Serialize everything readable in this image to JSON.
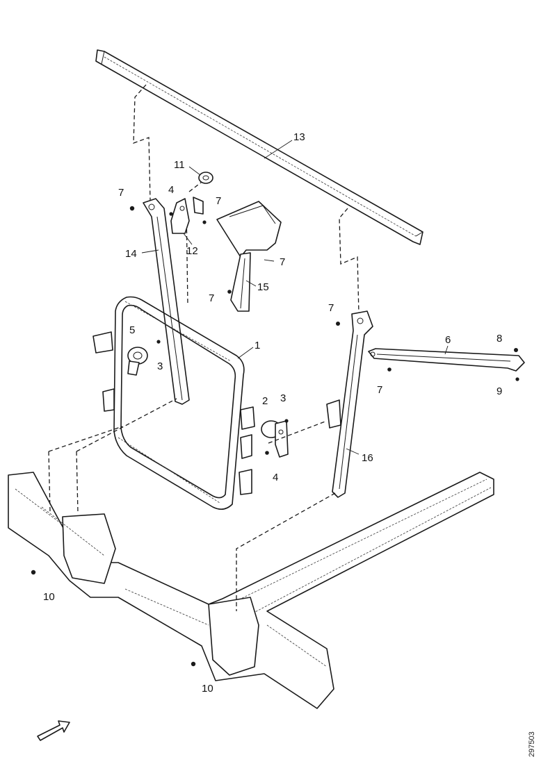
{
  "callouts": {
    "c1": "1",
    "c2": "2",
    "c3a": "3",
    "c3b": "3",
    "c4a": "4",
    "c4b": "4",
    "c5": "5",
    "c6": "6",
    "c7a": "7",
    "c7b": "7",
    "c7c": "7",
    "c7d": "7",
    "c7e": "7",
    "c7f": "7",
    "c8": "8",
    "c9": "9",
    "c10a": "10",
    "c10b": "10",
    "c11": "11",
    "c12": "12",
    "c13": "13",
    "c14": "14",
    "c15": "15",
    "c16": "16"
  },
  "drawing_code": "297503",
  "icons": {
    "direction_arrow": "forward-arrow-icon"
  }
}
